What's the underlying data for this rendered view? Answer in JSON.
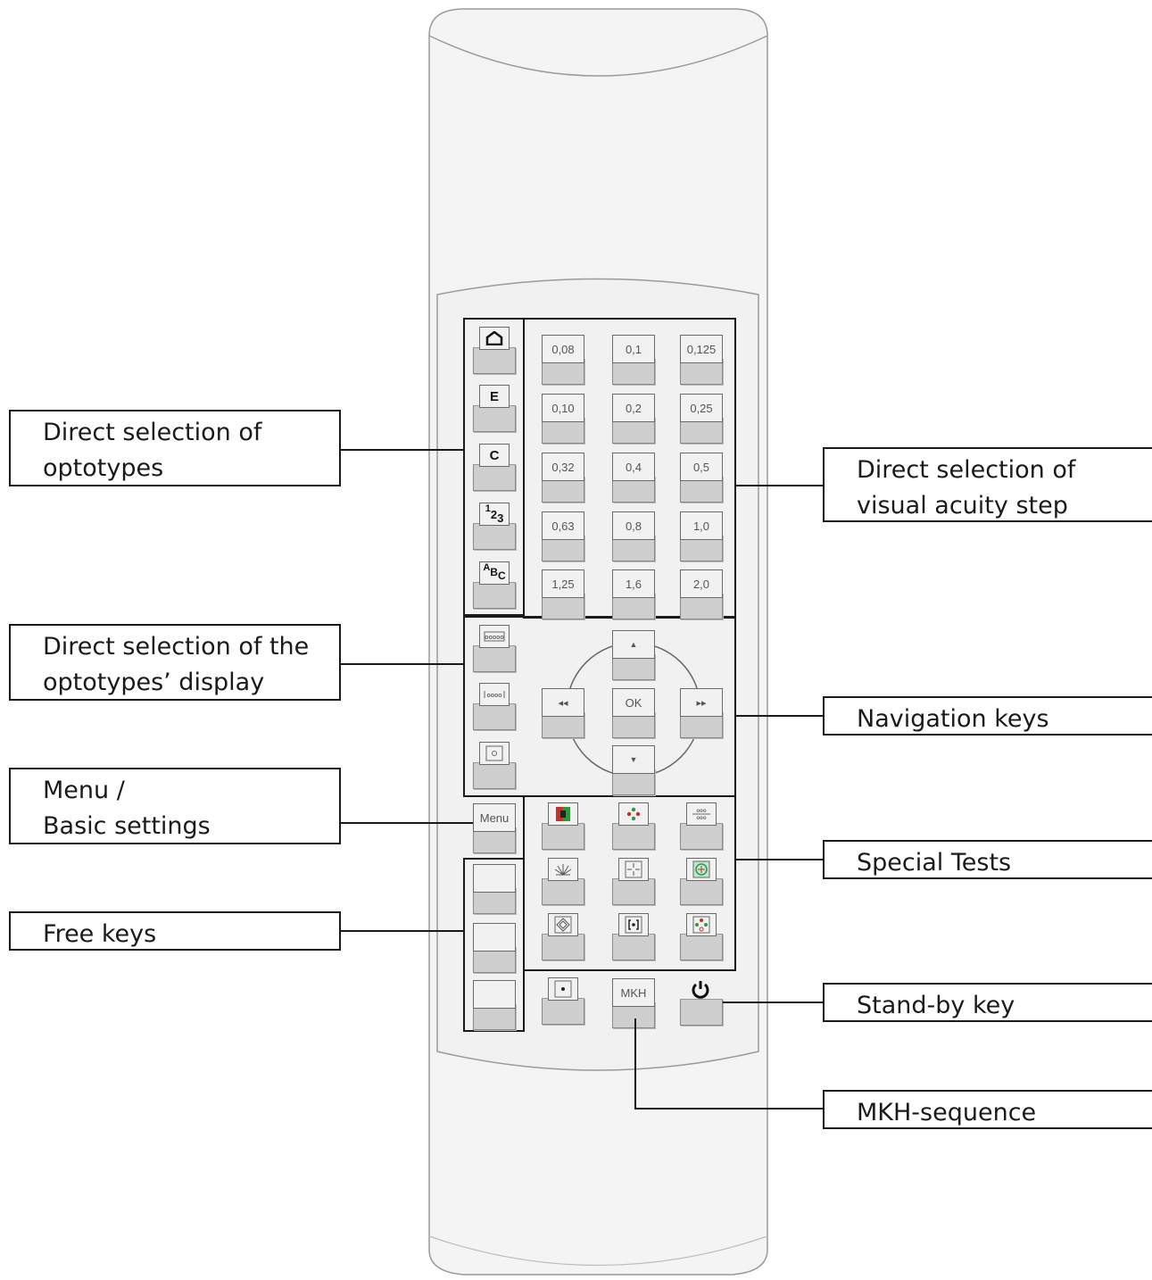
{
  "callouts": {
    "optotypes": "Direct selection of\noptotypes",
    "optotypes_line1": "Direct selection of",
    "optotypes_line2": "optotypes",
    "display_line1": "Direct selection of the",
    "display_line2": "optotypes’ display",
    "menu_line1": "Menu /",
    "menu_line2": "Basic settings",
    "free_keys": "Free keys",
    "acuity_line1": "Direct selection of",
    "acuity_line2": "visual acuity step",
    "navigation": "Navigation keys",
    "special": "Special Tests",
    "standby": "Stand-by key",
    "mkh": "MKH-sequence"
  },
  "acuity_keys": [
    "0,08",
    "0,1",
    "0,125",
    "0,10",
    "0,2",
    "0,25",
    "0,32",
    "0,4",
    "0,5",
    "0,63",
    "0,8",
    "1,0",
    "1,25",
    "1,6",
    "2,0"
  ],
  "optotype_keys": [
    "house-icon",
    "E",
    "C",
    "123",
    "ABC"
  ],
  "display_keys": [
    "row-display-icon",
    "line-display-icon",
    "single-display-icon"
  ],
  "nav": {
    "up": "▲",
    "down": "▼",
    "left": "◂◂",
    "right": "▸▸",
    "ok": "OK"
  },
  "menu_key": "Menu",
  "mkh_key": "MKH",
  "optotype_E": "E",
  "optotype_C": "C",
  "optotype_123": {
    "a": "1",
    "b": "2",
    "c": "3"
  },
  "optotype_ABC": {
    "a": "A",
    "b": "B",
    "c": "C"
  }
}
